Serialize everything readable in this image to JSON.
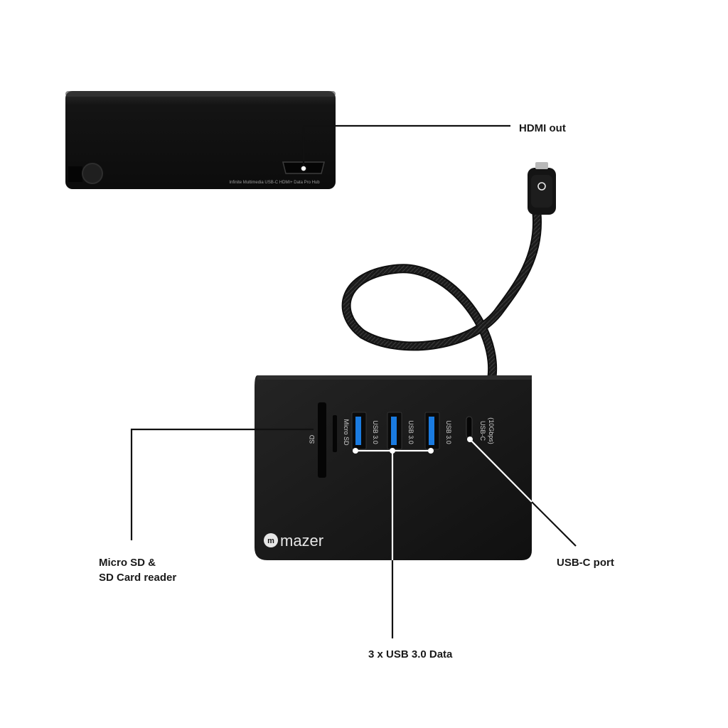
{
  "callouts": {
    "hdmi": "HDMI out",
    "card_reader_line1": "Micro SD &",
    "card_reader_line2": "SD Card reader",
    "usb_c": "USB-C port",
    "usb3": "3 x USB 3.0 Data"
  },
  "device_side": {
    "model_text": "Infinite Multimedia USB-C HDMI+ Data Pro Hub"
  },
  "device_front": {
    "brand": "mazer",
    "brand_mark": "m",
    "port_labels": {
      "sd": "SD",
      "micro_sd": "Micro SD",
      "usb1": "USB 3.0",
      "usb2": "USB 3.0",
      "usb3": "USB 3.0",
      "usbc_line1": "USB-C",
      "usbc_line2": "(10Gbps)"
    }
  },
  "colors": {
    "device_body": "#161616",
    "usb_port_blue": "#1a7be0",
    "leader_line": "#111111"
  }
}
